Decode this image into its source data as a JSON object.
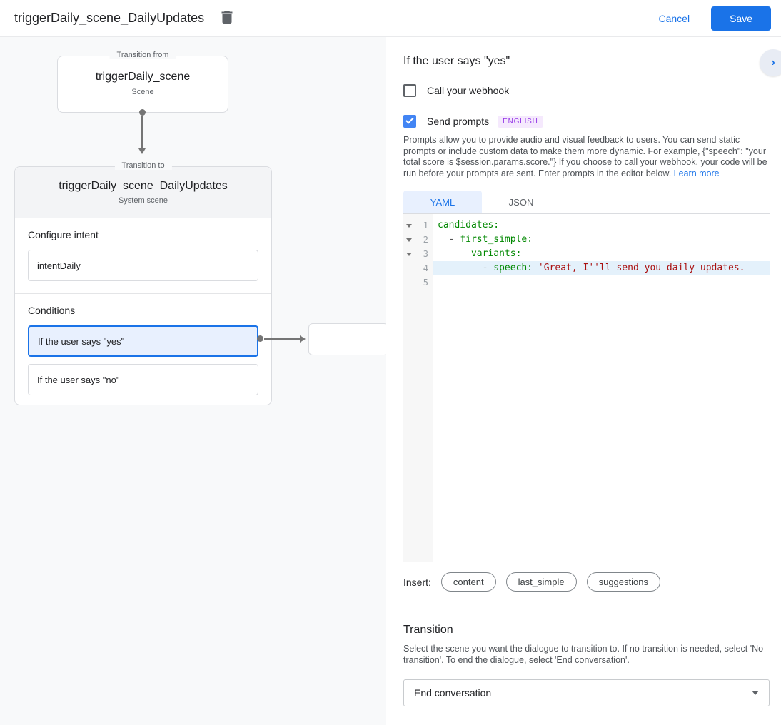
{
  "header": {
    "title": "triggerDaily_scene_DailyUpdates",
    "cancel_label": "Cancel",
    "save_label": "Save"
  },
  "diagram": {
    "from_legend": "Transition from",
    "from_title": "triggerDaily_scene",
    "from_subtitle": "Scene",
    "to_legend": "Transition to",
    "to_title": "triggerDaily_scene_DailyUpdates",
    "to_subtitle": "System scene",
    "configure_intent_label": "Configure intent",
    "intent_value": "intentDaily",
    "conditions_label": "Conditions",
    "condition_yes": "If the user says \"yes\"",
    "condition_no": "If the user says \"no\""
  },
  "panel": {
    "title": "If the user says \"yes\"",
    "collapse_icon": "›",
    "webhook_label": "Call your webhook",
    "prompts_label": "Send prompts",
    "language_badge": "ENGLISH",
    "description": "Prompts allow you to provide audio and visual feedback to users. You can send static prompts or include custom data to make them more dynamic. For example, {\"speech\": \"your total score is $session.params.score.\"} If you choose to call your webhook, your code will be run before your prompts are sent. Enter prompts in the editor below. ",
    "learn_more": "Learn more",
    "tabs": [
      {
        "label": "YAML",
        "selected": true
      },
      {
        "label": "JSON",
        "selected": false
      }
    ],
    "editor": {
      "lines": [
        {
          "n": "1",
          "fold": true,
          "hl": false,
          "segs": [
            {
              "c": "key",
              "t": "candidates:"
            }
          ]
        },
        {
          "n": "2",
          "fold": true,
          "hl": false,
          "segs": [
            {
              "c": "meta",
              "t": "  - "
            },
            {
              "c": "key",
              "t": "first_simple:"
            }
          ]
        },
        {
          "n": "3",
          "fold": true,
          "hl": false,
          "segs": [
            {
              "c": "plain",
              "t": "      "
            },
            {
              "c": "key",
              "t": "variants:"
            }
          ]
        },
        {
          "n": "4",
          "fold": false,
          "hl": true,
          "segs": [
            {
              "c": "meta",
              "t": "        - "
            },
            {
              "c": "key",
              "t": "speech:"
            },
            {
              "c": "plain",
              "t": " "
            },
            {
              "c": "string",
              "t": "'Great, I''ll send you daily updates."
            }
          ]
        },
        {
          "n": "5",
          "fold": false,
          "hl": false,
          "segs": []
        }
      ]
    },
    "insert_label": "Insert:",
    "insert_chips": [
      "content",
      "last_simple",
      "suggestions"
    ]
  },
  "transition": {
    "title": "Transition",
    "description": "Select the scene you want the dialogue to transition to. If no transition is needed, select 'No transition'. To end the dialogue, select 'End conversation'.",
    "select_value": "End conversation"
  },
  "colors": {
    "accent_blue": "#1a73e8",
    "checkbox_blue": "#4285f4",
    "selected_condition_bg": "#e8f0fe",
    "badge_bg": "#f5e9fd",
    "badge_text": "#9334e6",
    "code_key_green": "#008800",
    "code_string_red": "#aa1111",
    "code_line_highlight": "#e4f1fb",
    "canvas_bg": "#f8f9fa"
  }
}
